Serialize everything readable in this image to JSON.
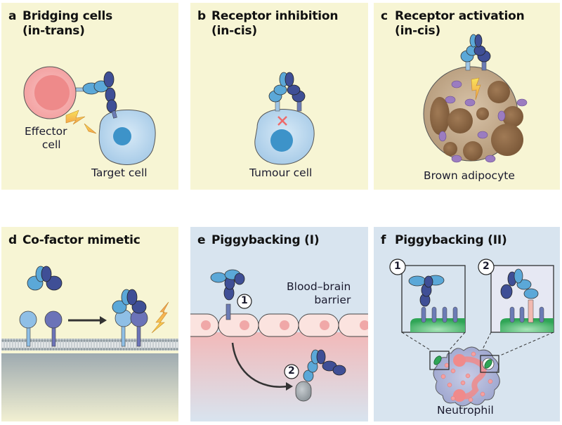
{
  "panels": [
    {
      "id": "a",
      "letter": "a",
      "title": "Bridging cells",
      "subtitle": "(in-trans)",
      "labels": {
        "effector_1": "Effector",
        "effector_2": "cell",
        "target": "Target cell"
      }
    },
    {
      "id": "b",
      "letter": "b",
      "title": "Receptor inhibition",
      "subtitle": "(in-cis)",
      "labels": {
        "cell": "Tumour cell"
      }
    },
    {
      "id": "c",
      "letter": "c",
      "title": "Receptor activation",
      "subtitle": "(in-cis)",
      "labels": {
        "cell": "Brown adipocyte"
      }
    },
    {
      "id": "d",
      "letter": "d",
      "title": "Co-factor mimetic",
      "subtitle": "",
      "labels": {}
    },
    {
      "id": "e",
      "letter": "e",
      "title": "Piggybacking (I)",
      "subtitle": "",
      "labels": {
        "barrier_1": "Blood–brain",
        "barrier_2": "barrier",
        "step1": "1",
        "step2": "2"
      }
    },
    {
      "id": "f",
      "letter": "f",
      "title": "Piggybacking (II)",
      "subtitle": "",
      "labels": {
        "cell": "Neutrophil",
        "step1": "1",
        "step2": "2"
      }
    }
  ],
  "colors": {
    "cream_bg": "#f7f5d4",
    "blue_bg": "#d8e4ef",
    "antibody_light": "#5ba8d8",
    "antibody_dark": "#3f4f96",
    "effector_cell": "#f4a3a3",
    "target_cell": "#b9d7ee",
    "adipocyte": "#c2a88a",
    "lipid_droplet": "#8a6a4a",
    "mitochondria": "#9b7cc0",
    "lightning": "#f4c43a",
    "bacterium": "#2fa556",
    "neutrophil": "#aeb6d8"
  }
}
